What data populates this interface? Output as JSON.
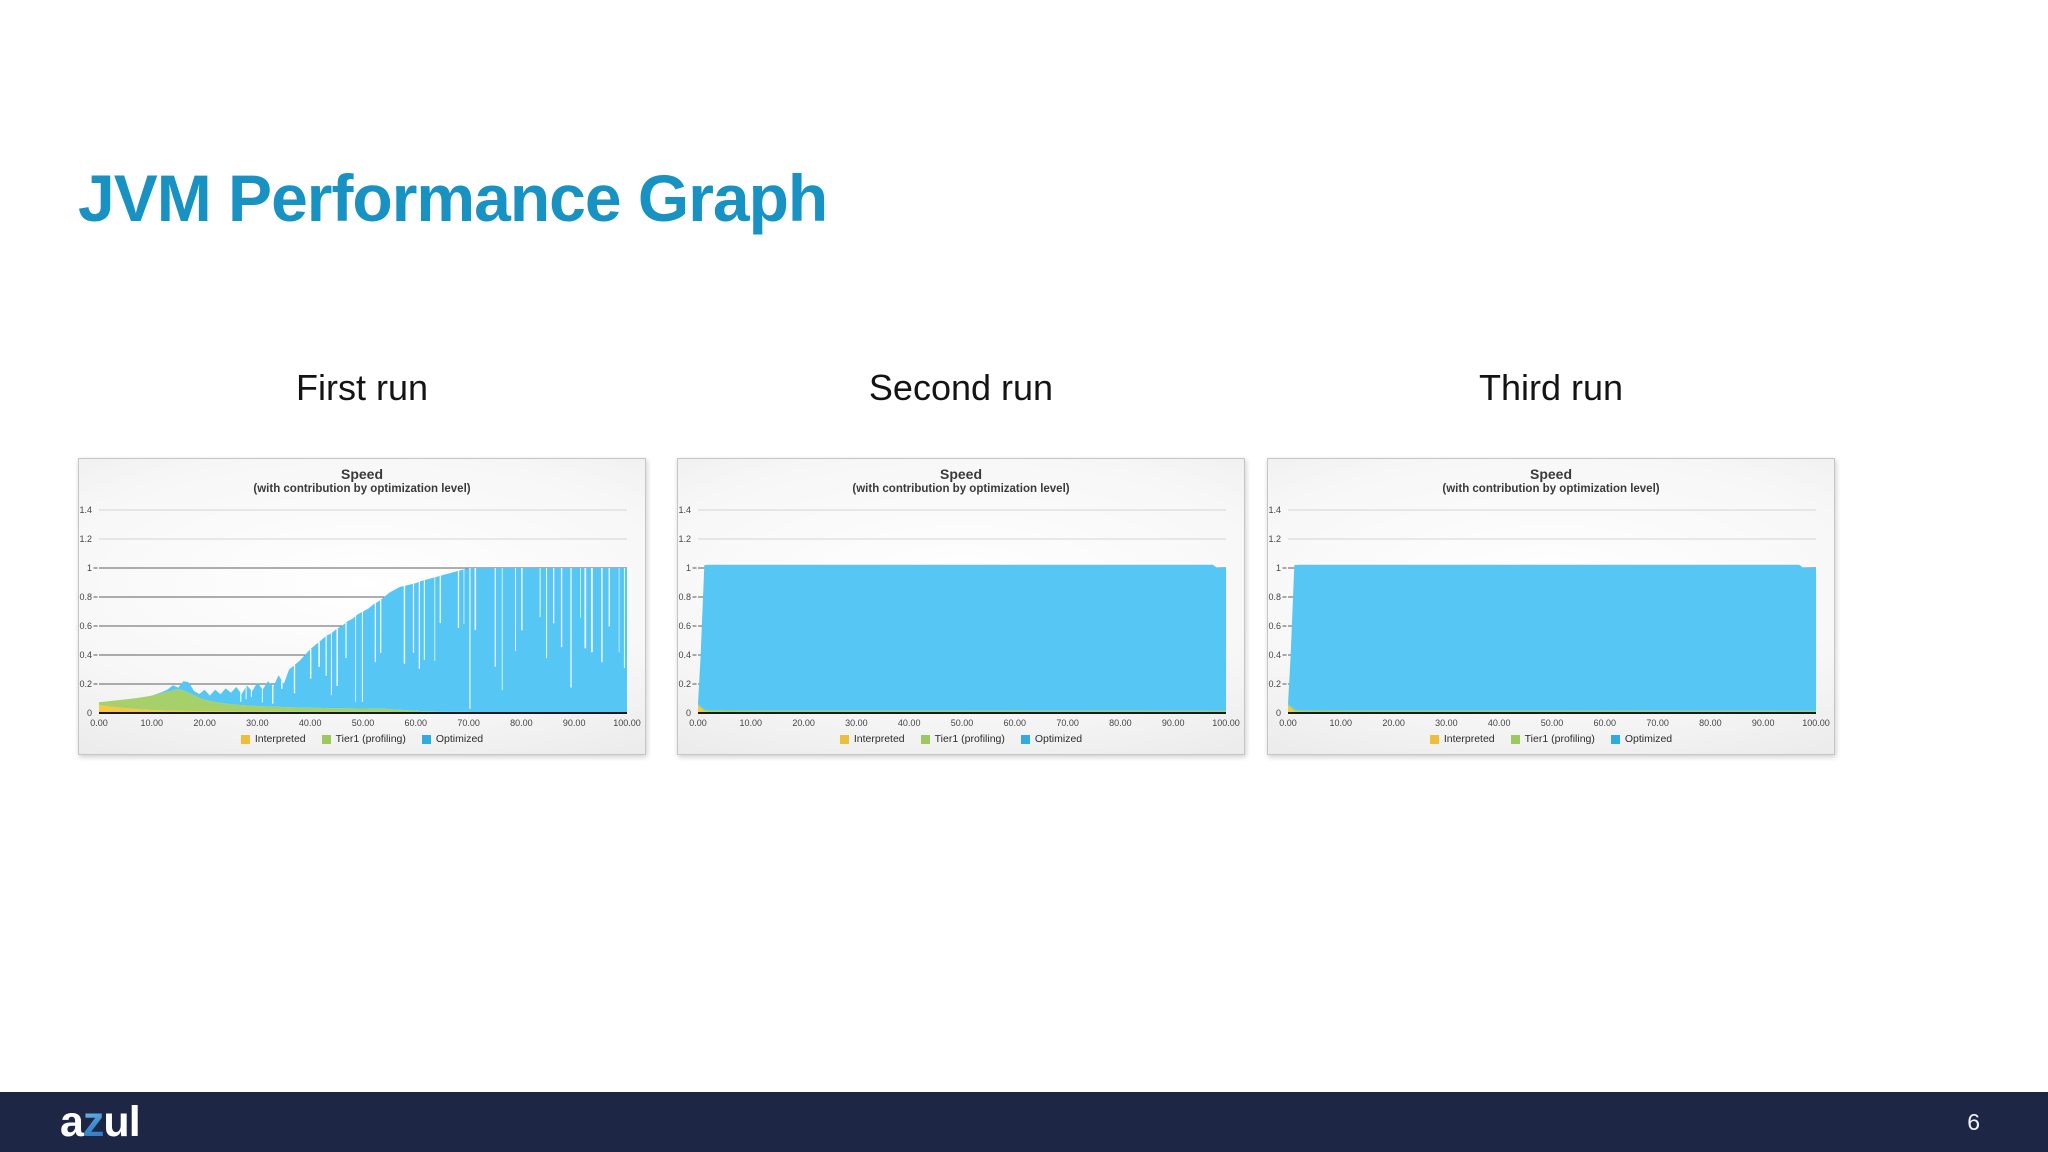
{
  "slide": {
    "title": "JVM Performance Graph",
    "title_color": "#1792c2",
    "background": "#ffffff"
  },
  "footer": {
    "logo_text": "azul",
    "logo_parts": [
      "a",
      "z",
      "ul"
    ],
    "page_number": "6",
    "background": "#1d2645"
  },
  "chart_data": [
    {
      "type": "area",
      "stacked": true,
      "run_label": "First run",
      "title": "Speed",
      "subtitle": "(with contribution by optimization level)",
      "ylim": [
        0,
        1.45
      ],
      "yticks": [
        0,
        0.2,
        0.4,
        0.6,
        0.8,
        1,
        1.2,
        1.4
      ],
      "xticks": [
        0,
        10,
        20,
        30,
        40,
        50,
        60,
        70,
        80,
        90,
        100
      ],
      "xtick_format": "two-decimals",
      "legend_position": "bottom",
      "texture": "white-vertical-stripes",
      "legend_colors": [
        "#edbe3a",
        "#9cc95d",
        "#2fabe1"
      ],
      "x": [
        0,
        1,
        2,
        3,
        4,
        5,
        6,
        7,
        8,
        9,
        10,
        11,
        12,
        13,
        14,
        15,
        16,
        17,
        18,
        19,
        20,
        21,
        22,
        23,
        24,
        25,
        26,
        27,
        28,
        29,
        30,
        31,
        32,
        33,
        34,
        35,
        36,
        37,
        38,
        39,
        40,
        41,
        42,
        43,
        44,
        45,
        46,
        47,
        48,
        49,
        50,
        51,
        52,
        53,
        54,
        55,
        56,
        57,
        58,
        59,
        60,
        61,
        62,
        63,
        64,
        65,
        66,
        67,
        68,
        69,
        70,
        71,
        72,
        73,
        74,
        75,
        76,
        77,
        78,
        79,
        80,
        81,
        82,
        83,
        84,
        85,
        86,
        87,
        88,
        89,
        90,
        91,
        92,
        93,
        94,
        95,
        96,
        97,
        98,
        99,
        100
      ],
      "series": [
        {
          "name": "Interpreted",
          "color": "#f6c844",
          "values": [
            0.055,
            0.05,
            0.046,
            0.042,
            0.038,
            0.034,
            0.03,
            0.027,
            0.024,
            0.022,
            0.02,
            0.019,
            0.018,
            0.017,
            0.016,
            0.015,
            0.015,
            0.014,
            0.014,
            0.013,
            0.013,
            0.012,
            0.012,
            0.012,
            0.011,
            0.011,
            0.011,
            0.01,
            0.01,
            0.01,
            0.01,
            0.01,
            0.009,
            0.009,
            0.009,
            0.009,
            0.009,
            0.009,
            0.008,
            0.008,
            0.008,
            0.008,
            0.008,
            0.008,
            0.008,
            0.008,
            0.008,
            0.008,
            0.008,
            0.008,
            0.008,
            0.008,
            0.008,
            0.008,
            0.008,
            0.008,
            0.006,
            0.006,
            0.006,
            0.006,
            0.006,
            0.005,
            0.005,
            0.005,
            0.005,
            0.004,
            0.004,
            0.004,
            0.004,
            0.004,
            0.004,
            0.003,
            0.003,
            0.003,
            0.003,
            0.003,
            0.003,
            0.003,
            0.003,
            0.003,
            0.003,
            0.003,
            0.003,
            0.003,
            0.003,
            0.003,
            0.003,
            0.003,
            0.003,
            0.003,
            0.003,
            0.003,
            0.003,
            0.003,
            0.003,
            0.003,
            0.003,
            0.003,
            0.003,
            0.003,
            0.003
          ]
        },
        {
          "name": "Tier1 (profiling)",
          "color": "#a5d06a",
          "values": [
            0.02,
            0.028,
            0.036,
            0.044,
            0.052,
            0.06,
            0.068,
            0.076,
            0.084,
            0.092,
            0.1,
            0.11,
            0.12,
            0.13,
            0.14,
            0.15,
            0.14,
            0.125,
            0.108,
            0.092,
            0.08,
            0.072,
            0.065,
            0.059,
            0.054,
            0.05,
            0.047,
            0.044,
            0.042,
            0.04,
            0.038,
            0.037,
            0.035,
            0.034,
            0.033,
            0.032,
            0.031,
            0.03,
            0.029,
            0.028,
            0.028,
            0.027,
            0.027,
            0.026,
            0.026,
            0.025,
            0.025,
            0.024,
            0.024,
            0.023,
            0.023,
            0.022,
            0.022,
            0.021,
            0.021,
            0.02,
            0.018,
            0.016,
            0.014,
            0.012,
            0.01,
            0.008,
            0.007,
            0.006,
            0.006,
            0.005,
            0.004,
            0.004,
            0.004,
            0.004,
            0.004,
            0.004,
            0.004,
            0.004,
            0.004,
            0.004,
            0.004,
            0.004,
            0.004,
            0.004,
            0.004,
            0.004,
            0.004,
            0.004,
            0.004,
            0.004,
            0.004,
            0.004,
            0.004,
            0.004,
            0.004,
            0.004,
            0.004,
            0.004,
            0.004,
            0.004,
            0.004,
            0.004,
            0.004,
            0.004,
            0.004
          ]
        },
        {
          "name": "Optimized",
          "color": "#56c7f4",
          "values": [
            0,
            0,
            0,
            0,
            0,
            0,
            0,
            0,
            0,
            0,
            0,
            0.004,
            0.008,
            0.015,
            0.035,
            0.01,
            0.065,
            0.072,
            0.03,
            0.026,
            0.067,
            0.036,
            0.083,
            0.059,
            0.105,
            0.079,
            0.122,
            0.076,
            0.138,
            0.1,
            0.162,
            0.113,
            0.176,
            0.137,
            0.218,
            0.159,
            0.26,
            0.291,
            0.323,
            0.364,
            0.404,
            0.435,
            0.465,
            0.497,
            0.516,
            0.547,
            0.567,
            0.599,
            0.618,
            0.649,
            0.669,
            0.69,
            0.72,
            0.742,
            0.771,
            0.802,
            0.826,
            0.848,
            0.858,
            0.869,
            0.88,
            0.897,
            0.908,
            0.919,
            0.929,
            0.941,
            0.952,
            0.962,
            0.972,
            0.982,
            0.992,
            0.993,
            0.993,
            0.993,
            0.993,
            0.993,
            0.993,
            0.993,
            0.993,
            0.993,
            0.993,
            0.993,
            0.993,
            0.993,
            0.993,
            0.993,
            0.993,
            0.993,
            0.993,
            0.993,
            0.993,
            0.993,
            0.993,
            0.993,
            0.993,
            0.993,
            0.993,
            0.993,
            0.993,
            0.993,
            0.993
          ]
        }
      ]
    },
    {
      "type": "area",
      "stacked": true,
      "run_label": "Second run",
      "title": "Speed",
      "subtitle": "(with contribution by optimization level)",
      "ylim": [
        0,
        1.45
      ],
      "yticks": [
        0,
        0.2,
        0.4,
        0.6,
        0.8,
        1,
        1.2,
        1.4
      ],
      "xticks": [
        0,
        10,
        20,
        30,
        40,
        50,
        60,
        70,
        80,
        90,
        100
      ],
      "xtick_format": "two-decimals",
      "legend_position": "bottom",
      "legend_colors": [
        "#edbe3a",
        "#9cc95d",
        "#2fabe1"
      ],
      "x": [
        0,
        0.5,
        1.2,
        2,
        10,
        50,
        97.5,
        98.3,
        100
      ],
      "series": [
        {
          "name": "Interpreted",
          "color": "#f6c844",
          "values": [
            0.05,
            0.034,
            0.012,
            0.008,
            0.006,
            0.006,
            0.005,
            0.005,
            0.005
          ]
        },
        {
          "name": "Tier1 (profiling)",
          "color": "#a5d06a",
          "values": [
            0.012,
            0.012,
            0.012,
            0.01,
            0.01,
            0.01,
            0.01,
            0.01,
            0.01
          ]
        },
        {
          "name": "Optimized",
          "color": "#56c7f4",
          "values": [
            0,
            0.35,
            0.996,
            1.004,
            1.006,
            1.006,
            1.007,
            0.987,
            0.985
          ]
        }
      ]
    },
    {
      "type": "area",
      "stacked": true,
      "run_label": "Third run",
      "title": "Speed",
      "subtitle": "(with contribution by optimization level)",
      "ylim": [
        0,
        1.45
      ],
      "yticks": [
        0,
        0.2,
        0.4,
        0.6,
        0.8,
        1,
        1.2,
        1.4
      ],
      "xticks": [
        0,
        10,
        20,
        30,
        40,
        50,
        60,
        70,
        80,
        90,
        100
      ],
      "xtick_format": "two-decimals",
      "legend_position": "bottom",
      "legend_colors": [
        "#edbe3a",
        "#9cc95d",
        "#2fabe1"
      ],
      "x": [
        0,
        0.5,
        1.2,
        2,
        10,
        50,
        96.8,
        97.6,
        100
      ],
      "series": [
        {
          "name": "Interpreted",
          "color": "#f6c844",
          "values": [
            0.05,
            0.034,
            0.012,
            0.008,
            0.006,
            0.006,
            0.005,
            0.005,
            0.005
          ]
        },
        {
          "name": "Tier1 (profiling)",
          "color": "#a5d06a",
          "values": [
            0.012,
            0.012,
            0.012,
            0.01,
            0.01,
            0.01,
            0.01,
            0.01,
            0.01
          ]
        },
        {
          "name": "Optimized",
          "color": "#56c7f4",
          "values": [
            0,
            0.35,
            0.996,
            1.004,
            1.006,
            1.006,
            1.007,
            0.987,
            0.985
          ]
        }
      ]
    }
  ]
}
